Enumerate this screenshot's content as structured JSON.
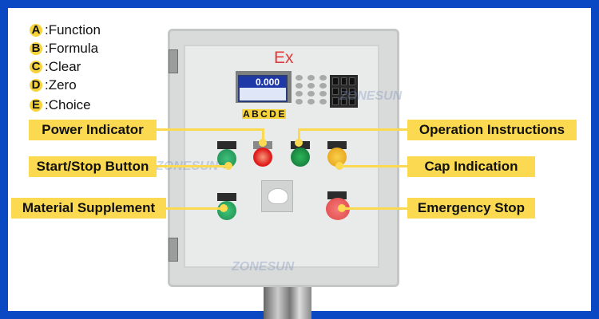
{
  "legend": {
    "items": [
      {
        "key": "A",
        "label": ":Function"
      },
      {
        "key": "B",
        "label": ":Formula"
      },
      {
        "key": "C",
        "label": ":Clear"
      },
      {
        "key": "D",
        "label": ":Zero"
      },
      {
        "key": "E",
        "label": ":Choice"
      }
    ]
  },
  "panel": {
    "ex_mark": "Ex",
    "screen_value": "0.000",
    "screen_keys": [
      "A",
      "B",
      "C",
      "D",
      "E"
    ],
    "watermark": "ZONESUN"
  },
  "callouts": {
    "power_indicator": "Power Indicator",
    "start_stop_button": "Start/Stop Button",
    "material_supplement": "Material Supplement",
    "operation_instructions": "Operation Instructions",
    "cap_indication": "Cap Indication",
    "emergency_stop": "Emergency Stop"
  },
  "colors": {
    "frame_blue": "#0a47c2",
    "callout_yellow": "#fbd950",
    "ex_red": "#e03a3a"
  }
}
